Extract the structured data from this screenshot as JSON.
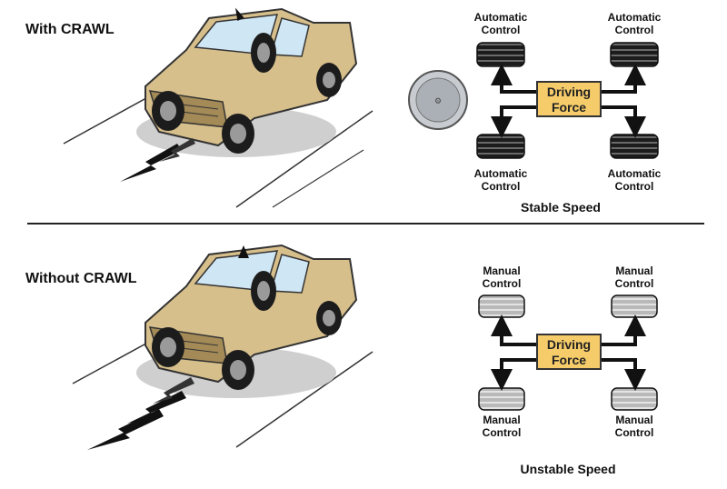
{
  "colors": {
    "truck_body": "#d7bf8c",
    "truck_shadow": "#a38a57",
    "driving_force_box": "#f6cc6a",
    "tire_dark": "#1c1c1c",
    "tire_light": "#b9b9b9"
  },
  "with_crawl": {
    "title": "With CRAWL",
    "labels": {
      "top_left": [
        "Automatic",
        "Control"
      ],
      "top_right": [
        "Automatic",
        "Control"
      ],
      "bottom_left": [
        "Automatic",
        "Control"
      ],
      "bottom_right": [
        "Automatic",
        "Control"
      ]
    },
    "center": [
      "Driving",
      "Force"
    ],
    "speed": "Stable Speed",
    "icon": "crawl-control-dial-icon"
  },
  "without_crawl": {
    "title": "Without CRAWL",
    "labels": {
      "top_left": [
        "Manual",
        "Control"
      ],
      "top_right": [
        "Manual",
        "Control"
      ],
      "bottom_left": [
        "Manual",
        "Control"
      ],
      "bottom_right": [
        "Manual",
        "Control"
      ]
    },
    "center": [
      "Driving",
      "Force"
    ],
    "speed": "Unstable Speed"
  }
}
